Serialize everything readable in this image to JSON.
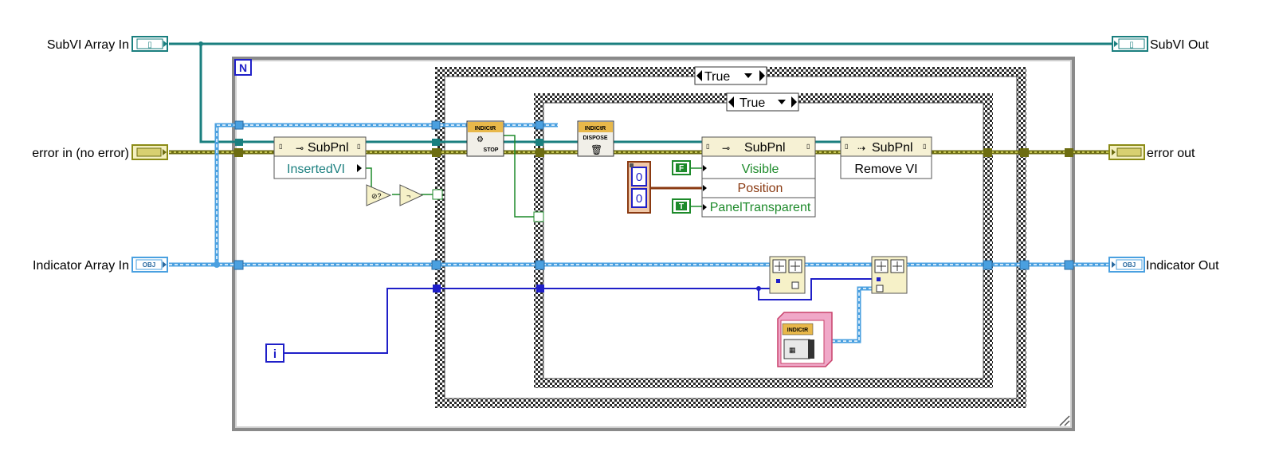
{
  "terminals": {
    "subvi_array_in": "SubVI Array In",
    "subvi_out": "SubVI Out",
    "error_in": "error in (no error)",
    "error_out": "error out",
    "indicator_array_in": "Indicator Array In",
    "indicator_out": "Indicator Out",
    "ref_glyph": "▯",
    "obj_glyph": "OBJ"
  },
  "loop": {
    "count_terminal": "N",
    "iteration_terminal": "i"
  },
  "case_outer": {
    "selector": "True"
  },
  "case_inner": {
    "selector": "True"
  },
  "nodes": {
    "subpnl_read": {
      "title": "SubPnl",
      "property": "InsertedVI"
    },
    "subpnl_write": {
      "title": "SubPnl",
      "properties": [
        "Visible",
        "Position",
        "PanelTransparent"
      ]
    },
    "remove_vi": {
      "title": "SubPnl",
      "method": "Remove VI"
    },
    "indicator_stop": {
      "top": "INDICtR",
      "bottom": "STOP"
    },
    "indicator_dispose": {
      "top": "INDICtR",
      "bottom": "DISPOSE"
    },
    "indicator_const": {
      "top": "INDICtR"
    }
  },
  "constants": {
    "false_const": "F",
    "true_const": "T",
    "cluster_x": "0",
    "cluster_y": "0"
  },
  "colors": {
    "teal_wire": "#1a7f7f",
    "error_wire": "#8b8b16",
    "object_wire": "#4aa0e0",
    "int_wire": "#1f1fc8",
    "bool_wire": "#1d8a2a",
    "cluster_wire": "#8a3a12"
  }
}
